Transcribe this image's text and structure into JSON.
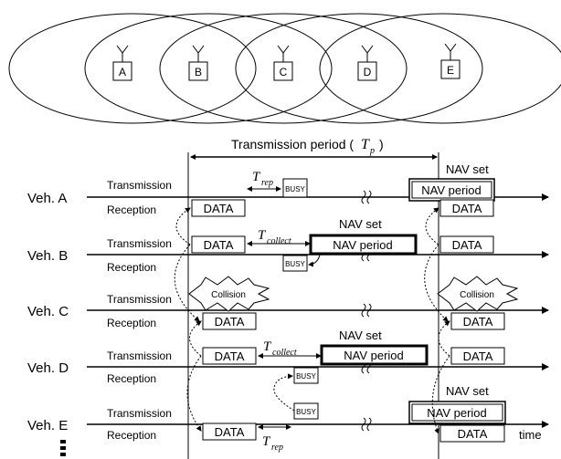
{
  "vehicles": [
    {
      "id": "A",
      "label": "Veh. A",
      "tx": "Transmission",
      "rx": "Reception"
    },
    {
      "id": "B",
      "label": "Veh. B",
      "tx": "Transmission",
      "rx": "Reception"
    },
    {
      "id": "C",
      "label": "Veh. C",
      "tx": "Transmission",
      "rx": "Reception"
    },
    {
      "id": "D",
      "label": "Veh. D",
      "tx": "Transmission",
      "rx": "Reception"
    },
    {
      "id": "E",
      "label": "Veh. E",
      "tx": "Transmission",
      "rx": "Reception"
    }
  ],
  "labels": {
    "transmission_period": "Transmission period (",
    "tp_var": "T",
    "tp_sub": "p",
    "close_paren": ")",
    "nav_set": "NAV set",
    "nav_period": "NAV period",
    "data": "DATA",
    "busy": "BUSY",
    "collision": "Collision",
    "time": "time",
    "t": "T",
    "rep": "rep",
    "collect": "collect"
  }
}
